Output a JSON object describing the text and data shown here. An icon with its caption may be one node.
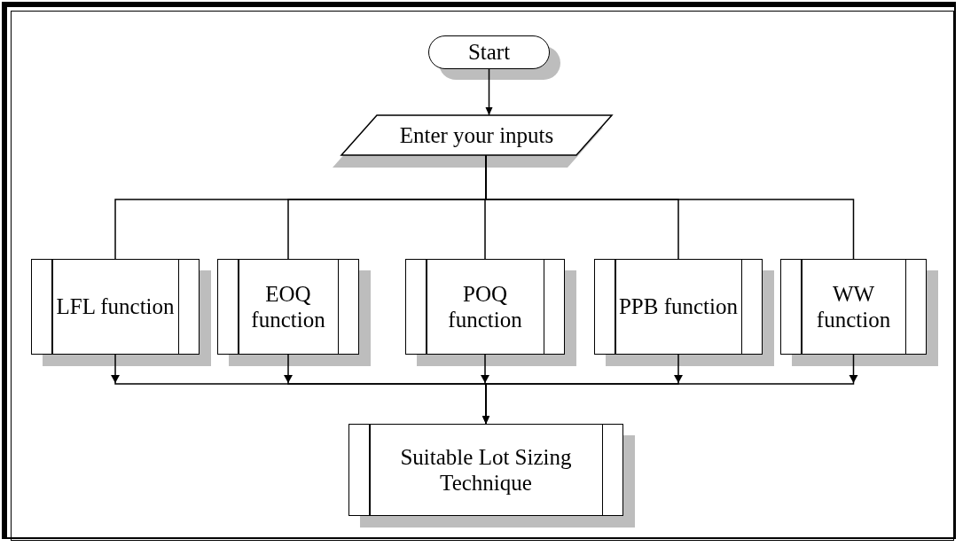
{
  "diagram": {
    "nodes": [
      {
        "text": [
          "Start"
        ]
      },
      {
        "text": [
          "Enter your inputs"
        ]
      },
      {
        "text": [
          "LFL function"
        ]
      },
      {
        "text": [
          "EOQ function"
        ]
      },
      {
        "text": [
          "POQ function"
        ]
      },
      {
        "text": [
          "PPB function"
        ]
      },
      {
        "text": [
          "WW function"
        ]
      },
      {
        "text": [
          "Suitable Lot Sizing Technique"
        ]
      }
    ],
    "edges": [
      {
        "from": 0,
        "to": 1,
        "arrow": "to"
      },
      {
        "from": 1,
        "to": 2,
        "arrow": "none"
      },
      {
        "from": 1,
        "to": 3,
        "arrow": "none"
      },
      {
        "from": 1,
        "to": 4,
        "arrow": "none"
      },
      {
        "from": 1,
        "to": 5,
        "arrow": "none"
      },
      {
        "from": 1,
        "to": 6,
        "arrow": "none"
      },
      {
        "from": 2,
        "to": 7,
        "arrow": "to"
      },
      {
        "from": 3,
        "to": 7,
        "arrow": "to"
      },
      {
        "from": 4,
        "to": 7,
        "arrow": "to"
      },
      {
        "from": 5,
        "to": 7,
        "arrow": "to"
      },
      {
        "from": 6,
        "to": 7,
        "arrow": "to"
      }
    ]
  }
}
